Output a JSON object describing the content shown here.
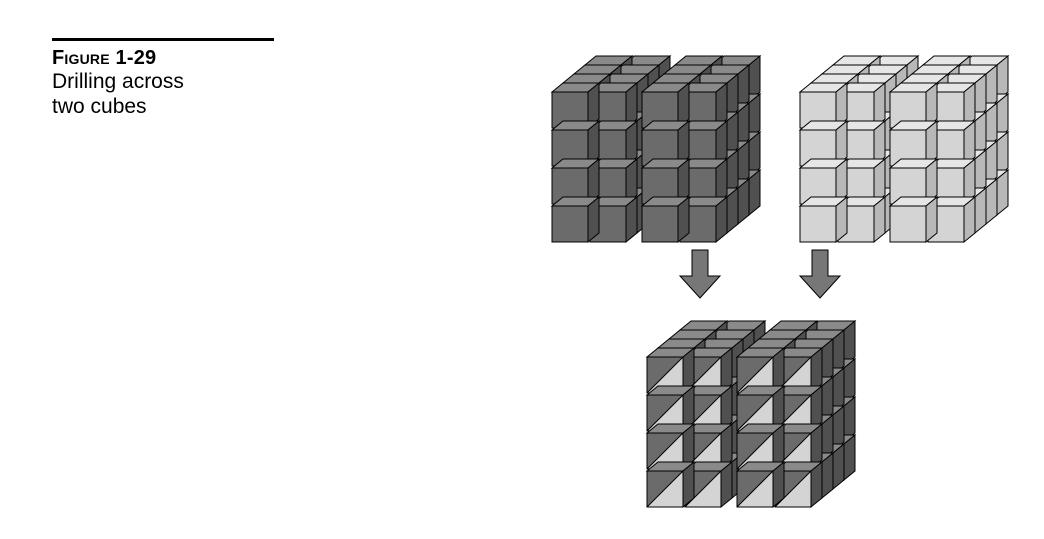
{
  "figure": {
    "number": "Figure 1-29",
    "caption": "Drilling across\ntwo cubes"
  },
  "diagram": {
    "cubes": [
      {
        "id": "cube-a",
        "color_front": "#6b6b6b",
        "color_top": "#8a8a8a",
        "color_side": "#505050",
        "fill": "solid"
      },
      {
        "id": "cube-b",
        "color_front": "#d4d4d4",
        "color_top": "#e6e6e6",
        "color_side": "#b8b8b8",
        "fill": "solid"
      },
      {
        "id": "cube-combined",
        "color_front": "#6b6b6b",
        "color_top": "#8a8a8a",
        "color_side": "#505050",
        "color_front_alt": "#d4d4d4",
        "fill": "split-diagonal"
      }
    ],
    "grid": {
      "cols": 4,
      "rows": 4,
      "depth": 4
    },
    "arrows": [
      {
        "id": "arrow-left",
        "from": "cube-a",
        "to": "cube-combined",
        "color": "#777777"
      },
      {
        "id": "arrow-right",
        "from": "cube-b",
        "to": "cube-combined",
        "color": "#777777"
      }
    ]
  }
}
